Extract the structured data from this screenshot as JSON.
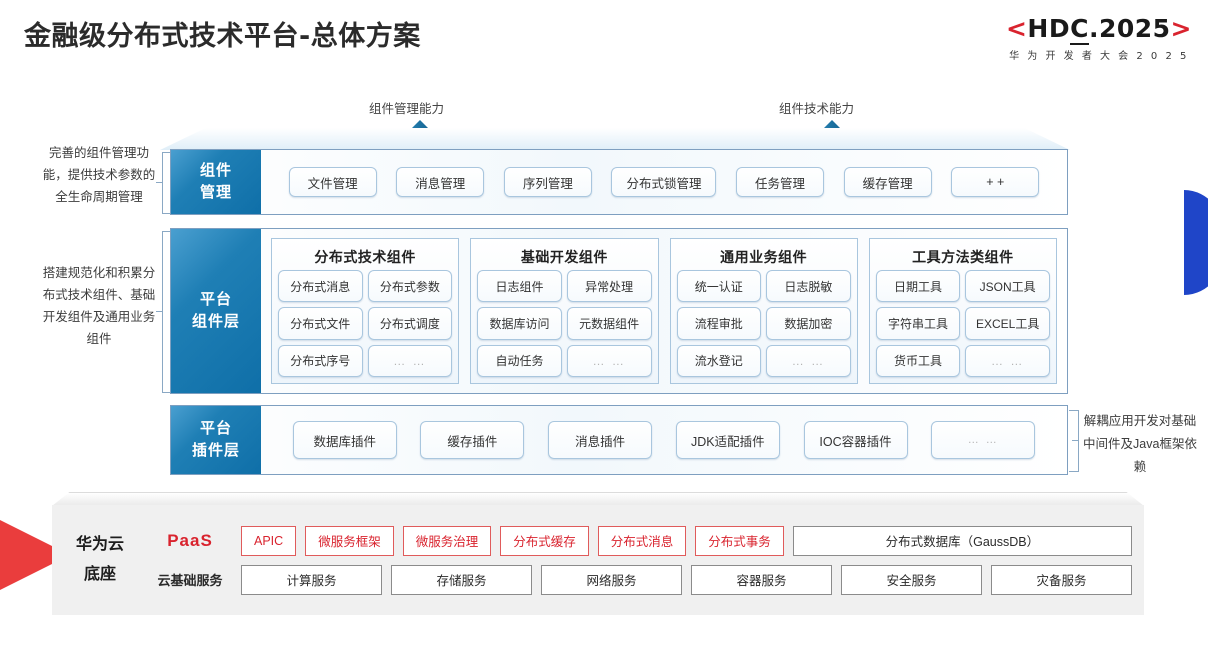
{
  "header": {
    "title": "金融级分布式技术平台-总体方案",
    "logo_bracket_left": "<",
    "logo_bracket_right": ">",
    "logo_text_a": "HD",
    "logo_text_underline": "C",
    "logo_text_b": ".2025",
    "logo_subtitle": "华 为 开 发 者 大 会 2 0 2 5",
    "accent_red": "#d9232e",
    "accent_blue": "#1f7fb5"
  },
  "capabilities": {
    "left_label": "组件管理能力",
    "right_label": "组件技术能力"
  },
  "notes": {
    "note1": "完善的组件管理功能，提供技术参数的全生命周期管理",
    "note2": "搭建规范化和积累分布式技术组件、基础开发组件及通用业务组件",
    "note_right": "解耦应用开发对基础中间件及Java框架依赖"
  },
  "layers": {
    "component_management": {
      "tab": "组件\n管理",
      "tab_line1": "组件",
      "tab_line2": "管理",
      "cells": [
        "文件管理",
        "消息管理",
        "序列管理",
        "分布式锁管理",
        "任务管理",
        "缓存管理",
        "+ +"
      ]
    },
    "platform_component": {
      "tab_line1": "平台",
      "tab_line2": "组件层",
      "groups": [
        {
          "title": "分布式技术组件",
          "cells": [
            "分布式消息",
            "分布式参数",
            "分布式文件",
            "分布式调度",
            "分布式序号",
            "… …"
          ]
        },
        {
          "title": "基础开发组件",
          "cells": [
            "日志组件",
            "异常处理",
            "数据库访问",
            "元数据组件",
            "自动任务",
            "… …"
          ]
        },
        {
          "title": "通用业务组件",
          "cells": [
            "统一认证",
            "日志脱敏",
            "流程审批",
            "数据加密",
            "流水登记",
            "… …"
          ]
        },
        {
          "title": "工具方法类组件",
          "cells": [
            "日期工具",
            "JSON工具",
            "字符串工具",
            "EXCEL工具",
            "货币工具",
            "… …"
          ]
        }
      ]
    },
    "platform_plugin": {
      "tab_line1": "平台",
      "tab_line2": "插件层",
      "cells": [
        "数据库插件",
        "缓存插件",
        "消息插件",
        "JDK适配插件",
        "IOC容器插件",
        "… …"
      ]
    }
  },
  "base": {
    "label_line1": "华为云",
    "label_line2": "底座",
    "paas_tag": "PaaS",
    "cloud_tag": "云基础服务",
    "paas_cells": [
      {
        "label": "APIC",
        "style": "red"
      },
      {
        "label": "微服务框架",
        "style": "red"
      },
      {
        "label": "微服务治理",
        "style": "red"
      },
      {
        "label": "分布式缓存",
        "style": "red"
      },
      {
        "label": "分布式消息",
        "style": "red"
      },
      {
        "label": "分布式事务",
        "style": "red"
      },
      {
        "label": "分布式数据库（GaussDB）",
        "style": "gray"
      }
    ],
    "cloud_cells": [
      "计算服务",
      "存储服务",
      "网络服务",
      "容器服务",
      "安全服务",
      "灾备服务"
    ]
  }
}
